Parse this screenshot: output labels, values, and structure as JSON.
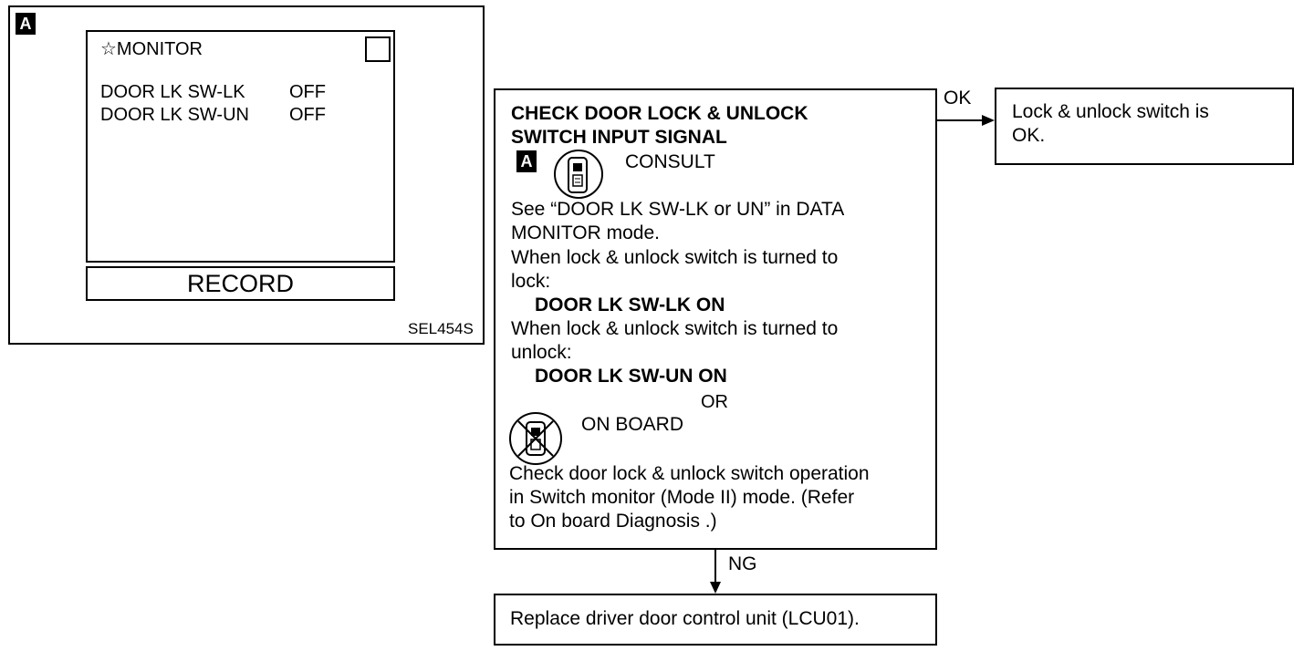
{
  "screen_panel": {
    "tag": "A",
    "monitor_title": "☆MONITOR",
    "rows": [
      {
        "item": "DOOR LK SW-LK",
        "value": "OFF"
      },
      {
        "item": "DOOR LK SW-UN",
        "value": "OFF"
      }
    ],
    "record_label": "RECORD",
    "figure_id": "SEL454S"
  },
  "check_box": {
    "title_line1": "CHECK DOOR LOCK & UNLOCK",
    "title_line2": "SWITCH INPUT SIGNAL",
    "tag": "A",
    "consult_label": "CONSULT",
    "lines": [
      "See “DOOR LK SW-LK or UN” in DATA",
      "MONITOR mode.",
      "When lock & unlock switch is turned to",
      "lock:"
    ],
    "lock_result": "DOOR LK SW-LK ON",
    "lines2": [
      "When lock & unlock switch is turned to",
      "unlock:"
    ],
    "unlock_result": "DOOR LK SW-UN ON",
    "or_label": "OR",
    "onboard_label": "ON BOARD",
    "onboard_lines": [
      "Check door lock & unlock switch operation",
      "in Switch monitor (Mode II) mode. (Refer",
      "to On board Diagnosis .)"
    ]
  },
  "ok_branch": {
    "label": "OK",
    "result_line1": "Lock & unlock switch is",
    "result_line2": "OK."
  },
  "ng_branch": {
    "label": "NG",
    "result": "Replace driver door control unit (LCU01)."
  },
  "colors": {
    "ink": "#000000",
    "paper": "#ffffff"
  }
}
